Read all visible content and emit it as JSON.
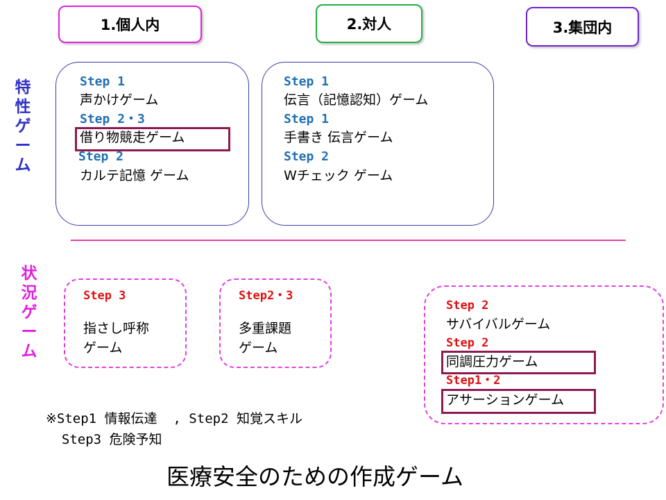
{
  "headers": {
    "h1": "1.個人内",
    "h2": "2.対人",
    "h3": "3.集団内"
  },
  "colors": {
    "h1_border": "#e020e0",
    "h2_border": "#20b040",
    "h3_border": "#7020d0",
    "step_blue": "#1f6fb2",
    "step_red": "#e01010",
    "vlabel_blue": "#3030c8",
    "vlabel_magenta": "#e020e0",
    "highlight": "#8c1a50"
  },
  "side_labels": {
    "tokusei": [
      "特",
      "性",
      "ゲ",
      "ー",
      "ム"
    ],
    "jokyo": [
      "状",
      "況",
      "ゲ",
      "ー",
      "ム"
    ]
  },
  "box1": {
    "s1": "Step 1",
    "g1": "声かけゲーム",
    "s2": "Step 2・3",
    "g2": "借り物競走ゲーム",
    "s3": "Step 2",
    "g3": "カルテ記憶 ゲーム"
  },
  "box2": {
    "s1": "Step 1",
    "g1": "伝言（記憶認知）ゲーム",
    "s2": "Step 1",
    "g2": " 手書き 伝言ゲーム",
    "s3": "Step 2",
    "g3": " Wチェック ゲーム"
  },
  "box3": {
    "s1": "Step 3",
    "g1a": "指さし呼称",
    "g1b": "ゲーム"
  },
  "box4": {
    "s1": "Step2・3",
    "g1a": "多重課題",
    "g1b": "ゲーム"
  },
  "box5": {
    "s1": "Step 2",
    "g1": "サバイバルゲーム",
    "s2": "Step 2",
    "g2": "同調圧力ゲーム",
    "s3": "Step1・2",
    "g3": "アサーションゲーム"
  },
  "note": {
    "line1": "※Step1 情報伝達  , Step2 知覚スキル",
    "line2": "  Step3 危険予知"
  },
  "title": "医療安全のための作成ゲーム"
}
